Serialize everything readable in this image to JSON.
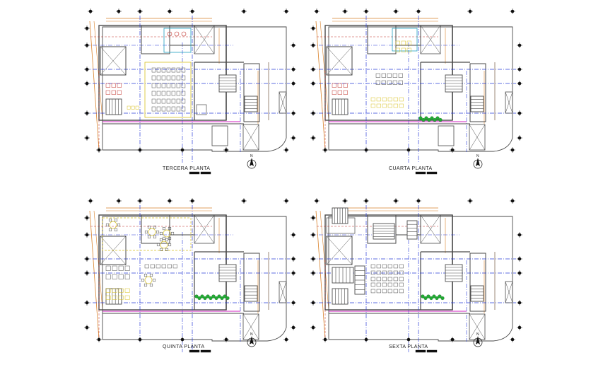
{
  "sheet": {
    "plans": [
      {
        "title": "TERCERA PLANTA",
        "variant": "tercera"
      },
      {
        "title": "CUARTA PLANTA",
        "variant": "cuarta"
      },
      {
        "title": "QUINTA PLANTA",
        "variant": "quinta"
      },
      {
        "title": "SEXTA PLANTA",
        "variant": "sexta"
      }
    ],
    "north_label": "N"
  },
  "colors": {
    "wall": "#4a4a4a",
    "grid_blue": "#2a3cd8",
    "axis_red": "#c0302a",
    "marker_black": "#111111",
    "dim_orange": "#d9822b",
    "yellow": "#d8c020",
    "magenta": "#d020c0",
    "green": "#22aa33",
    "cyan": "#20a0c0",
    "dim_dark": "#5a3a20"
  },
  "icons": [
    "grid-marker-icon",
    "north-arrow-icon",
    "stair-icon",
    "furniture-icon",
    "plant-icon"
  ]
}
